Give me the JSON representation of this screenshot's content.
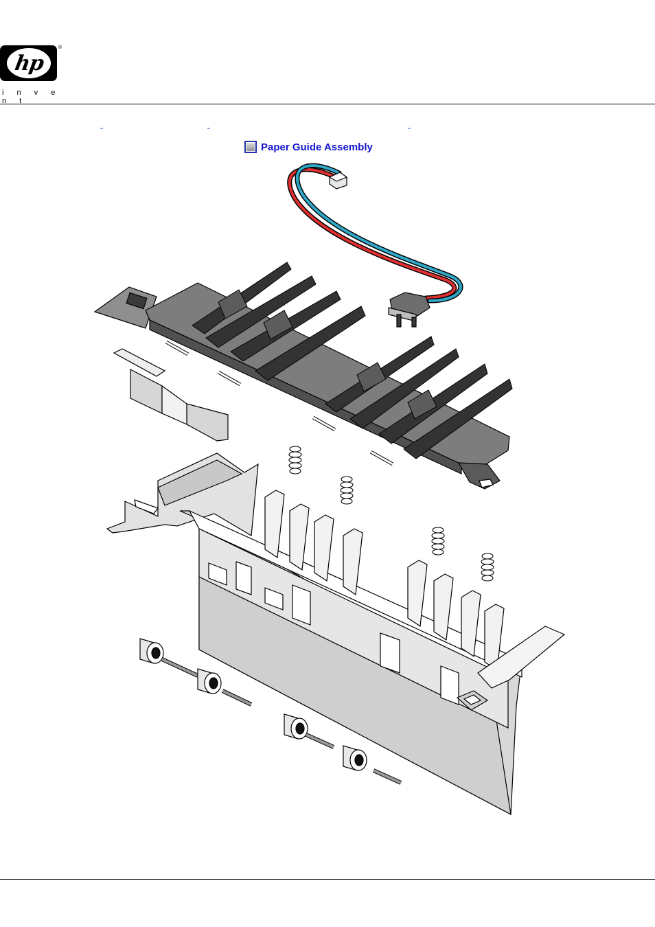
{
  "brand": {
    "logo_text": "hp",
    "tagline": "i n v e n t",
    "registered": "®"
  },
  "diagram": {
    "title": "Paper Guide Assembly"
  }
}
